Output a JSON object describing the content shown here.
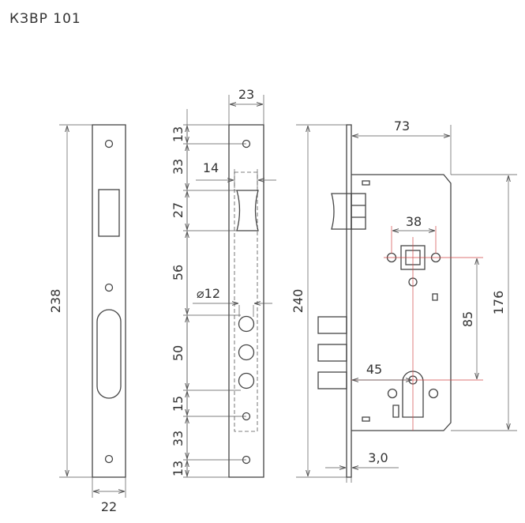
{
  "title": "КЗВР 101",
  "colors": {
    "line": "#444444",
    "dimension_line": "#555555",
    "accent_line": "#d24848",
    "background": "#ffffff"
  },
  "strike_plate": {
    "height": "238",
    "width": "22"
  },
  "faceplate": {
    "width": "23",
    "latch_offset": "14",
    "hole_diameter": "⌀12",
    "spacing": [
      "13",
      "33",
      "27",
      "56",
      "50",
      "15",
      "33",
      "13"
    ]
  },
  "lock_body": {
    "height": "240",
    "backset": "73",
    "spindle_spacing": "38",
    "center_distance": "85",
    "body_height": "176",
    "cylinder_offset": "45",
    "plate_thickness": "3,0"
  }
}
